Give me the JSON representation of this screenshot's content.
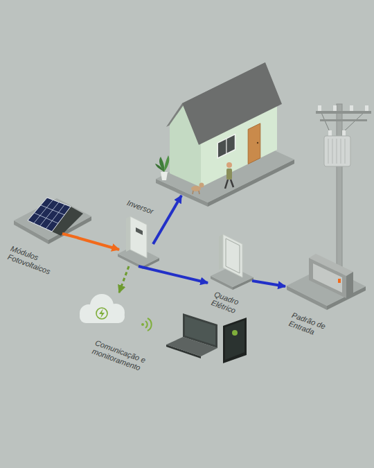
{
  "diagram": {
    "nodes": [
      {
        "text": [
          "Módulos Fotovoltaicos"
        ]
      },
      {
        "text": [
          "Inversor"
        ]
      },
      {
        "text": [
          "Quadro Elétrico"
        ]
      },
      {
        "text": [
          "Padrão de Entrada"
        ]
      },
      {
        "text": [
          "Comunicação e monitoramento"
        ]
      }
    ],
    "edges": [
      {
        "from": 0,
        "to": 1,
        "arrow": "to"
      },
      {
        "from": 1,
        "to": 2,
        "arrow": "to"
      },
      {
        "from": 2,
        "to": 3,
        "arrow": "to"
      },
      {
        "from": 1,
        "to": 4,
        "arrow": "to"
      }
    ]
  }
}
